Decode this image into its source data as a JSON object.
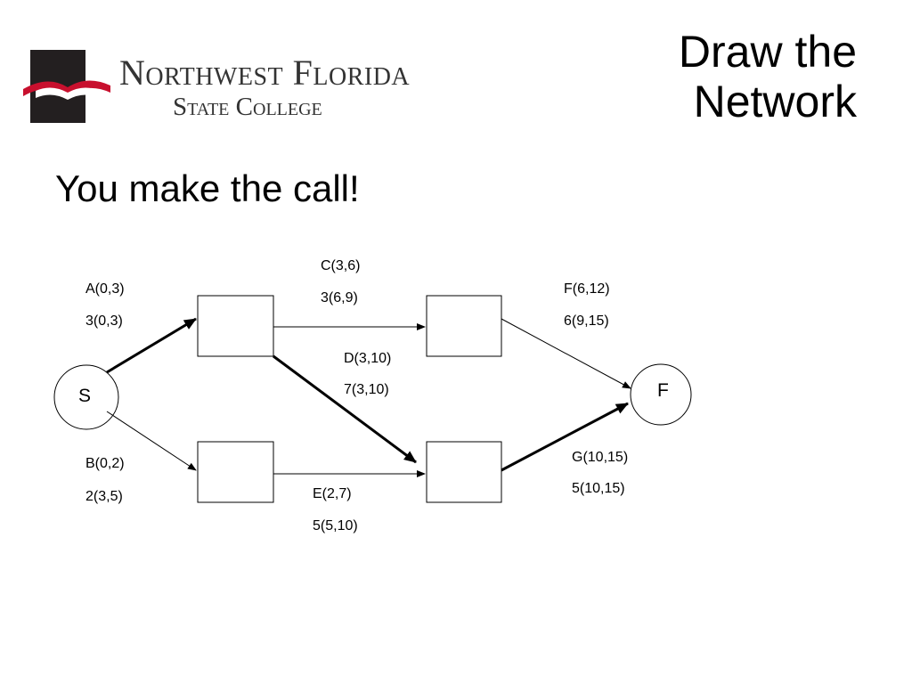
{
  "logo": {
    "line1": "Northwest Florida",
    "line2": "State College"
  },
  "title": [
    "Draw the",
    "Network"
  ],
  "subtitle": "You make the call!",
  "nodes": {
    "start": "S",
    "finish": "F"
  },
  "activities": {
    "A": {
      "name": "A(0,3)",
      "times": "3(0,3)"
    },
    "B": {
      "name": "B(0,2)",
      "times": "2(3,5)"
    },
    "C": {
      "name": "C(3,6)",
      "times": "3(6,9)"
    },
    "D": {
      "name": "D(3,10)",
      "times": "7(3,10)"
    },
    "E": {
      "name": "E(2,7)",
      "times": "5(5,10)"
    },
    "F": {
      "name": "F(6,12)",
      "times": "6(9,15)"
    },
    "G": {
      "name": "G(10,15)",
      "times": "5(10,15)"
    }
  }
}
